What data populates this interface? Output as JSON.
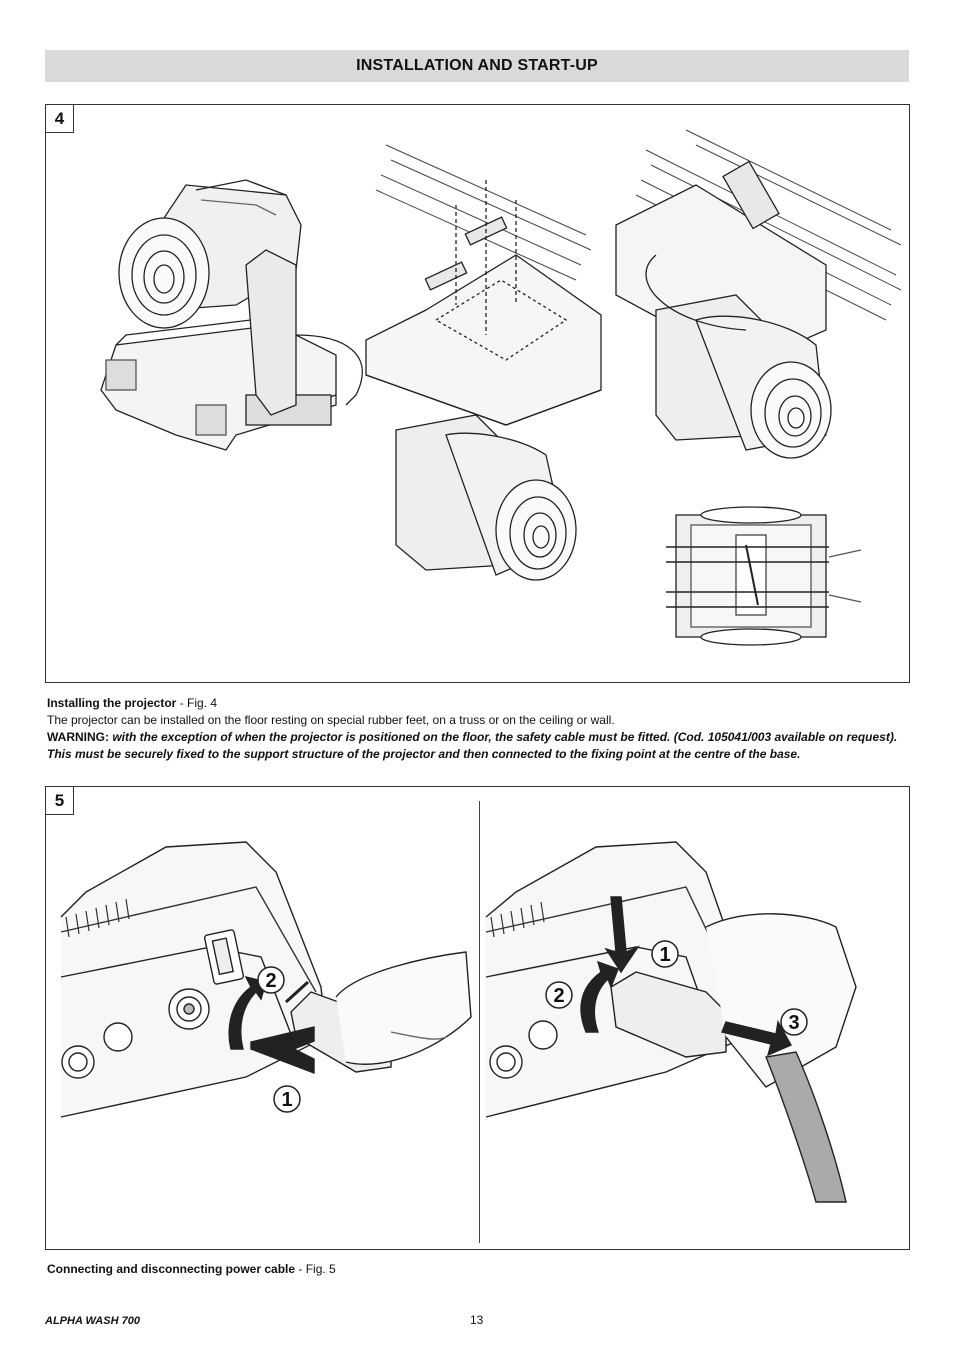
{
  "header": {
    "title": "INSTALLATION AND START-UP"
  },
  "figure4": {
    "badge": "4"
  },
  "installing": {
    "title": "Installing the projector",
    "fig_ref": " - Fig. 4",
    "body": "The projector can be installed on the floor resting on special rubber feet, on a truss or on the ceiling or wall.",
    "warning_label": "WARNING:",
    "warning_text": " with the exception of when the projector is positioned on the floor, the safety cable must be fitted. (Cod. 105041/003 available on request). This must be securely fixed to the support structure of the projector and then connected to the fixing point at the centre of the base."
  },
  "figure5": {
    "badge": "5",
    "left_callouts": [
      "1",
      "2"
    ],
    "right_callouts": [
      "1",
      "2",
      "3"
    ]
  },
  "connecting": {
    "title": "Connecting and disconnecting power cable",
    "fig_ref": " - Fig. 5"
  },
  "footer": {
    "product": "ALPHA WASH 700",
    "page": "13"
  }
}
